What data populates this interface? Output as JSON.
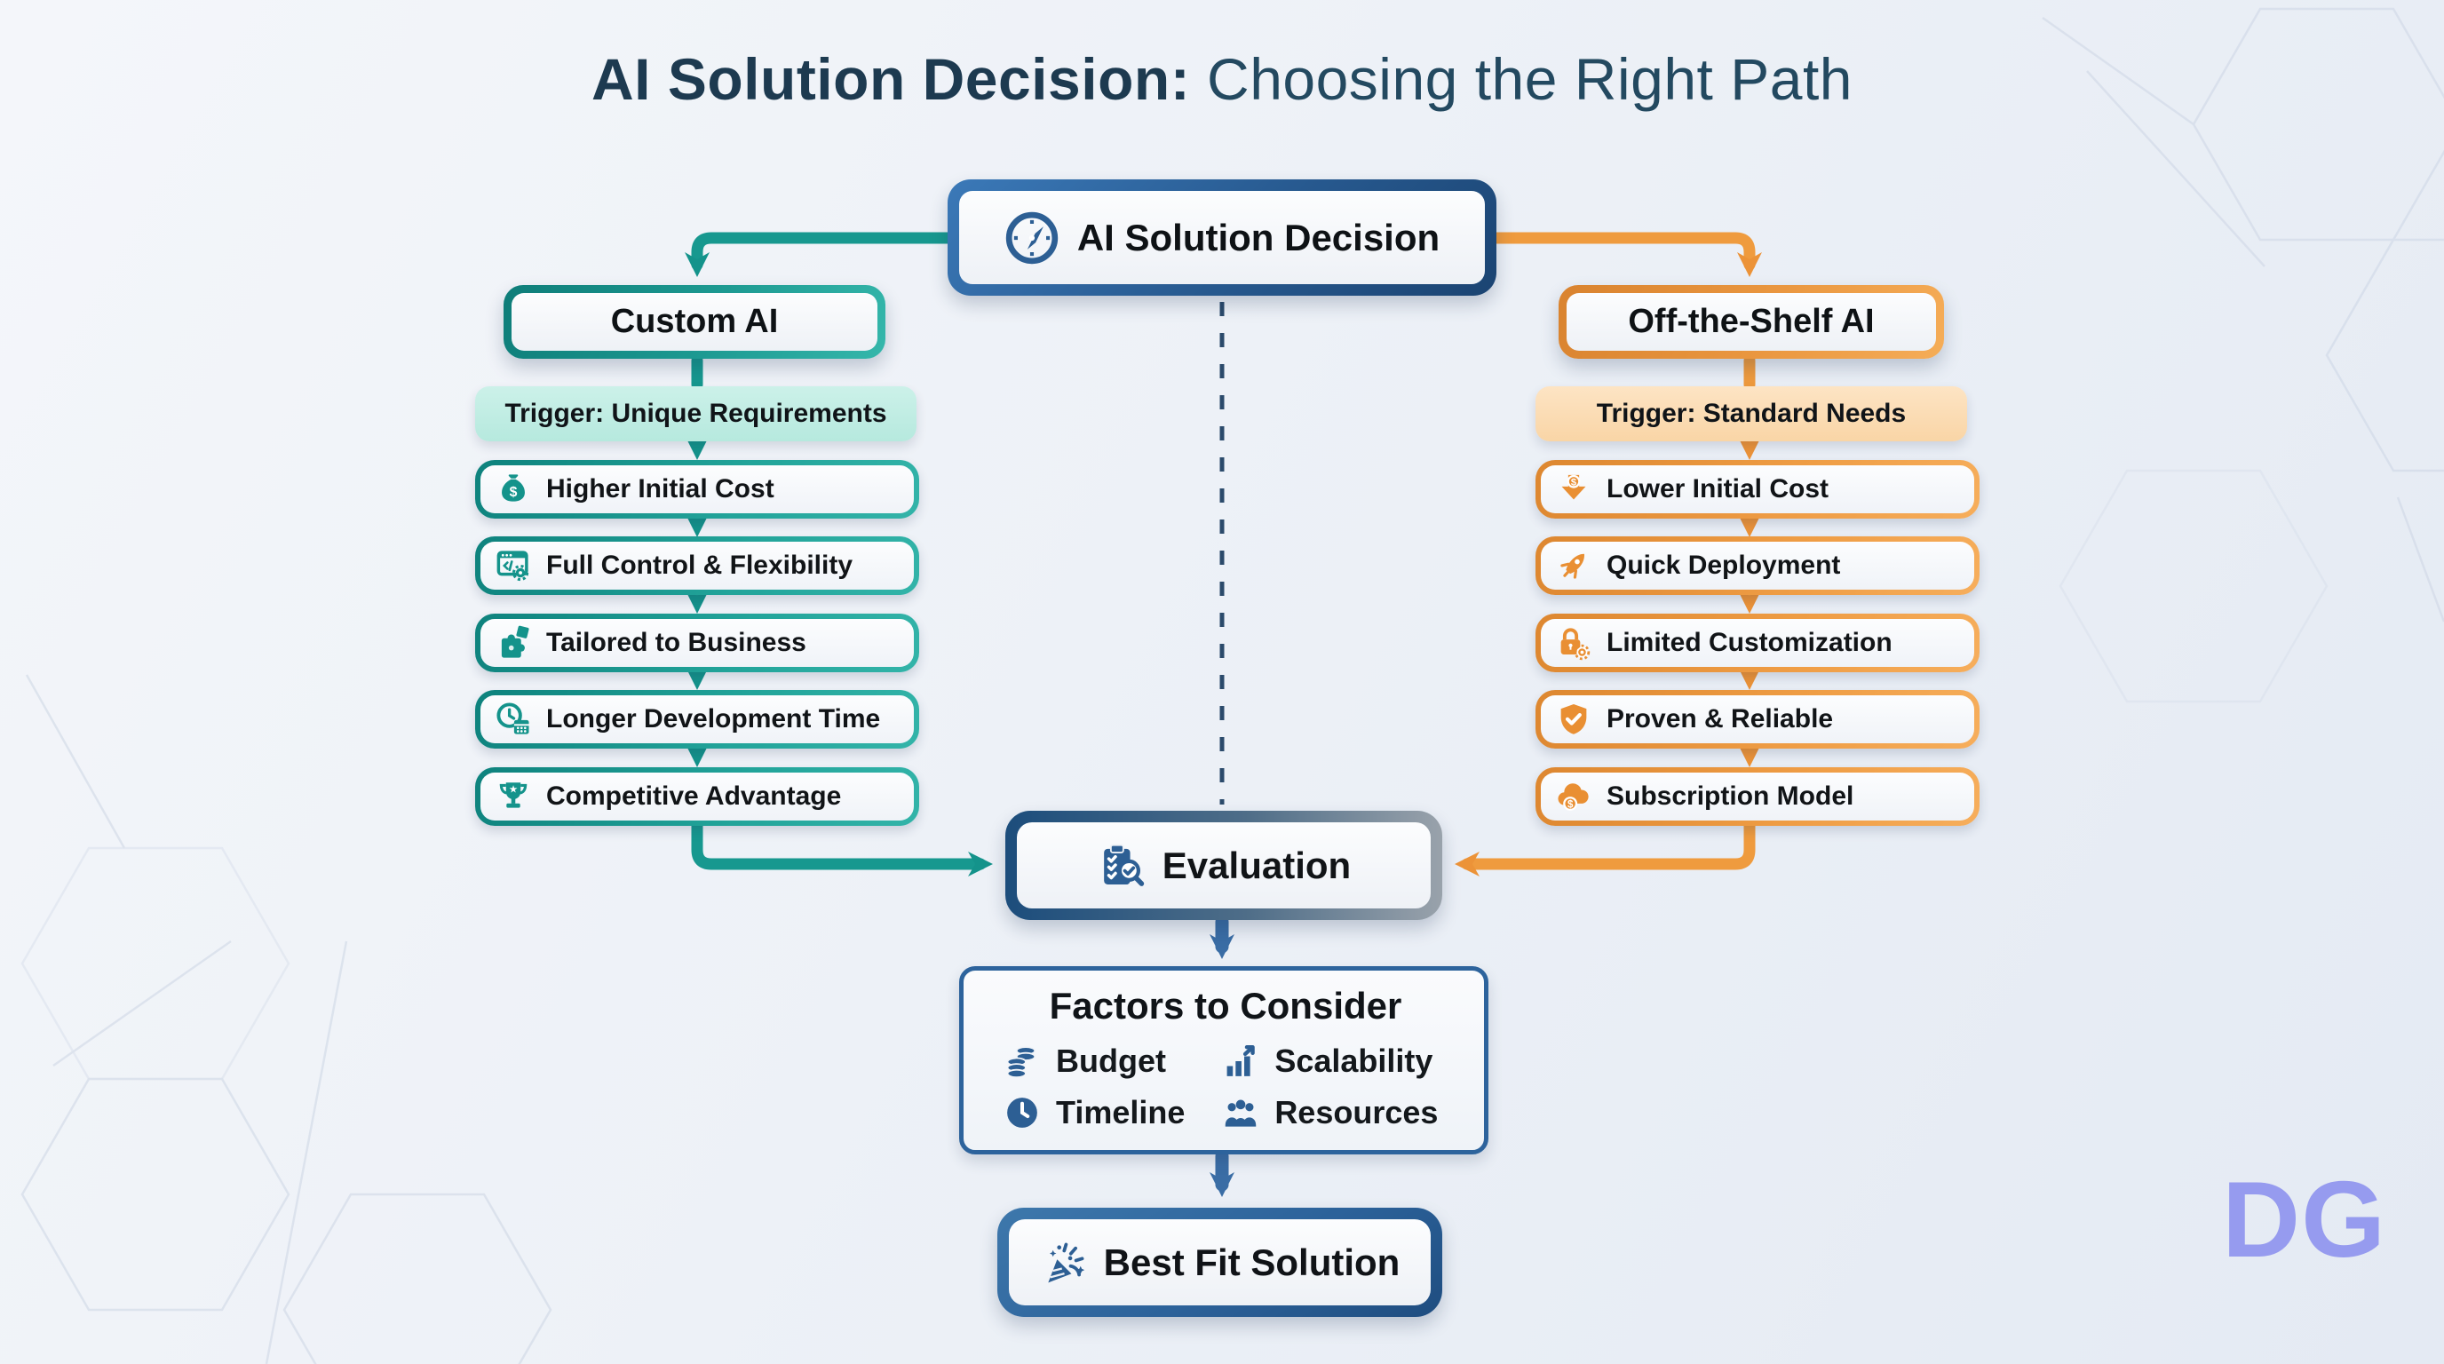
{
  "page": {
    "title_bold": "AI Solution Decision:",
    "title_rest": " Choosing the Right Path",
    "watermark": "DG"
  },
  "root_node": {
    "label": "AI Solution Decision",
    "icon": "compass-icon"
  },
  "branches": {
    "custom": {
      "header": "Custom AI",
      "trigger": "Trigger: Unique Requirements",
      "accent_color": "#14938b",
      "trigger_bg": "#c2eee5",
      "items": [
        {
          "label": "Higher Initial Cost",
          "icon": "money-bag-icon"
        },
        {
          "label": "Full Control & Flexibility",
          "icon": "code-window-gear-icon"
        },
        {
          "label": "Tailored to Business",
          "icon": "puzzle-icon"
        },
        {
          "label": "Longer Development Time",
          "icon": "clock-calendar-icon"
        },
        {
          "label": "Competitive Advantage",
          "icon": "trophy-icon"
        }
      ]
    },
    "shelf": {
      "header": "Off-the-Shelf AI",
      "trigger": "Trigger: Standard Needs",
      "accent_color": "#ec9338",
      "trigger_bg": "#fbdcb4",
      "items": [
        {
          "label": "Lower Initial Cost",
          "icon": "arrow-down-dollar-icon"
        },
        {
          "label": "Quick Deployment",
          "icon": "rocket-icon"
        },
        {
          "label": "Limited Customization",
          "icon": "lock-gear-icon"
        },
        {
          "label": "Proven & Reliable",
          "icon": "shield-check-icon"
        },
        {
          "label": "Subscription Model",
          "icon": "cloud-dollar-icon"
        }
      ]
    }
  },
  "evaluation": {
    "label": "Evaluation",
    "icon": "clipboard-check-magnifier-icon"
  },
  "factors": {
    "title": "Factors to Consider",
    "items": [
      {
        "label": "Budget",
        "icon": "coins-icon"
      },
      {
        "label": "Scalability",
        "icon": "bar-chart-up-icon"
      },
      {
        "label": "Timeline",
        "icon": "clock-icon"
      },
      {
        "label": "Resources",
        "icon": "team-icon"
      }
    ]
  },
  "best_fit": {
    "label": "Best Fit Solution",
    "icon": "party-popper-icon"
  },
  "colors": {
    "teal": "#14938b",
    "orange": "#ec9338",
    "blue_accent": "#2d5f94",
    "decision_border": "#27598f",
    "dashed_line": "#2b4a6b",
    "title_text": "#1d3a50",
    "watermark": "#969bef",
    "background": "#edf1f7"
  }
}
